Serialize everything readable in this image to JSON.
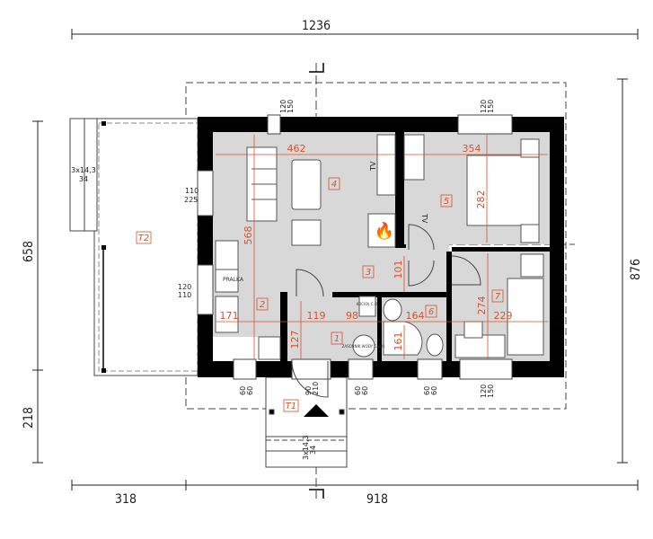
{
  "overall_dims": {
    "top": "1236",
    "bottom_left": "318",
    "bottom_right": "918",
    "left_top": "658",
    "left_bottom": "218",
    "right": "876"
  },
  "rooms": [
    {
      "id": "1"
    },
    {
      "id": "2"
    },
    {
      "id": "3"
    },
    {
      "id": "4"
    },
    {
      "id": "5"
    },
    {
      "id": "6"
    },
    {
      "id": "7"
    },
    {
      "id": "T1"
    },
    {
      "id": "T2"
    }
  ],
  "room_labels": {
    "r1": "1",
    "r2": "2",
    "r3": "3",
    "r4": "4",
    "r5": "5",
    "r6": "6",
    "r7": "7",
    "t1": "T1",
    "t2": "T2"
  },
  "interior_dims": {
    "d462": "462",
    "d568": "568",
    "d354": "354",
    "d282": "282",
    "d101": "101",
    "d171": "171",
    "d119": "119",
    "d98": "98",
    "d164": "164",
    "d229": "229",
    "d274": "274",
    "d127": "127",
    "d161": "161"
  },
  "openings": {
    "w_top_left": [
      "120",
      "150"
    ],
    "w_top_right": [
      "120",
      "150"
    ],
    "door_terrace": [
      "110",
      "225"
    ],
    "w_kitchen": [
      "120",
      "110"
    ],
    "w_bottom_1": [
      "60",
      "60"
    ],
    "w_bottom_2": [
      "60",
      "60"
    ],
    "w_bottom_3": [
      "60",
      "60"
    ],
    "w_bottom_4": [
      "120",
      "150"
    ],
    "entrance": [
      "90",
      "210"
    ]
  },
  "stairs": {
    "left": [
      "3x14,3",
      "34"
    ],
    "front": [
      "3x14,3",
      "34"
    ]
  },
  "fixture_labels": {
    "tv1": "TV",
    "tv2": "TV",
    "washer": "PRALKA",
    "boiler": "KOCIOŁ C.O.",
    "tank": "ZASOBNIK WODY C.W.U."
  },
  "colors": {
    "wall": "#000000",
    "floor": "#d8d8d8",
    "dimension": "#d9532c",
    "room_label": "#d9532c"
  }
}
